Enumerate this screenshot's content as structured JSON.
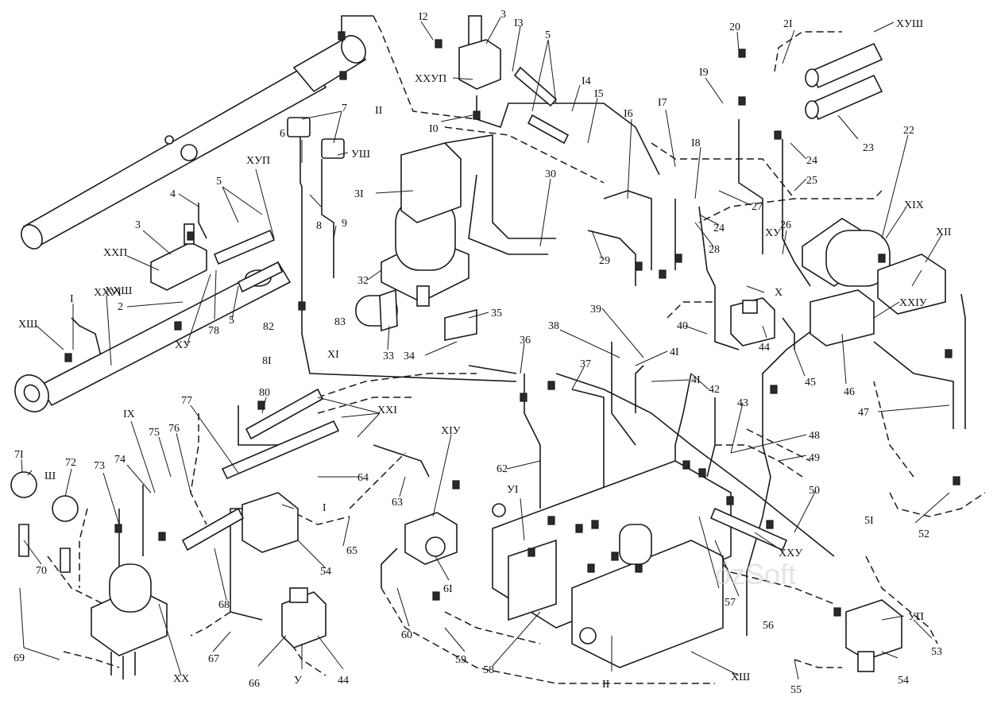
{
  "labels": {
    "l2": "2",
    "l3a": "3",
    "l3b": "3",
    "l4": "4",
    "l5a": "5",
    "l5b": "5",
    "l5c": "5",
    "l6": "6",
    "l7": "7",
    "l8": "8",
    "l9": "9",
    "l10": "I0",
    "l11": "II",
    "l12": "I2",
    "l13": "I3",
    "l14": "I4",
    "l15": "I5",
    "l16": "I6",
    "l17": "I7",
    "l18": "I8",
    "l19": "I9",
    "l20": "20",
    "l21": "2I",
    "l22": "22",
    "l23": "23",
    "l24a": "24",
    "l24b": "24",
    "l25": "25",
    "l26": "26",
    "l27": "27",
    "l28": "28",
    "l29": "29",
    "l30": "30",
    "l31": "3I",
    "l32": "32",
    "l33": "33",
    "l34": "34",
    "l35": "35",
    "l36": "36",
    "l37": "37",
    "l38": "38",
    "l39": "39",
    "l40": "40",
    "l41a": "4I",
    "l41b": "4I",
    "l42": "42",
    "l43": "43",
    "l44a": "44",
    "l44b": "44",
    "l45": "45",
    "l46": "46",
    "l47": "47",
    "l48": "48",
    "l49": "49",
    "l50": "50",
    "l51": "5I",
    "l52": "52",
    "l53": "53",
    "l54a": "54",
    "l54b": "54",
    "l55": "55",
    "l56": "56",
    "l57": "57",
    "l58": "58",
    "l59": "59",
    "l60": "60",
    "l61": "6I",
    "l62": "62",
    "l63": "63",
    "l64": "64",
    "l65": "65",
    "l66": "66",
    "l67": "67",
    "l68": "68",
    "l69": "69",
    "l70": "70",
    "l71": "7I",
    "l72": "72",
    "l73": "73",
    "l74": "74",
    "l75": "75",
    "l76": "76",
    "l77": "77",
    "l78": "78",
    "l80": "80",
    "l81": "8I",
    "l82": "82",
    "l83": "83",
    "r_I_a": "I",
    "r_I_b": "I",
    "r_II": "II",
    "r_III": "Ш",
    "r_V": "У",
    "r_VI": "УI",
    "r_VII": "УП",
    "r_VIII": "УШ",
    "r_IX": "IX",
    "r_X": "X",
    "r_XI": "XI",
    "r_XII": "XII",
    "r_XIII_a": "XШ",
    "r_XIII_b": "XШ",
    "r_XIV": "XIУ",
    "r_XV": "XУ",
    "r_XVI": "XУI",
    "r_XVII": "XУП",
    "r_XVIII": "XУШ",
    "r_XIX": "XIX",
    "r_XX": "XX",
    "r_XXI": "XXI",
    "r_XXII": "XXП",
    "r_XXIII": "XXШ",
    "r_XXIV": "XXIУ",
    "r_XXV": "XXУ",
    "r_XXVI": "XXУI",
    "r_XXVII": "XXУП"
  },
  "watermark": "ozSoft"
}
